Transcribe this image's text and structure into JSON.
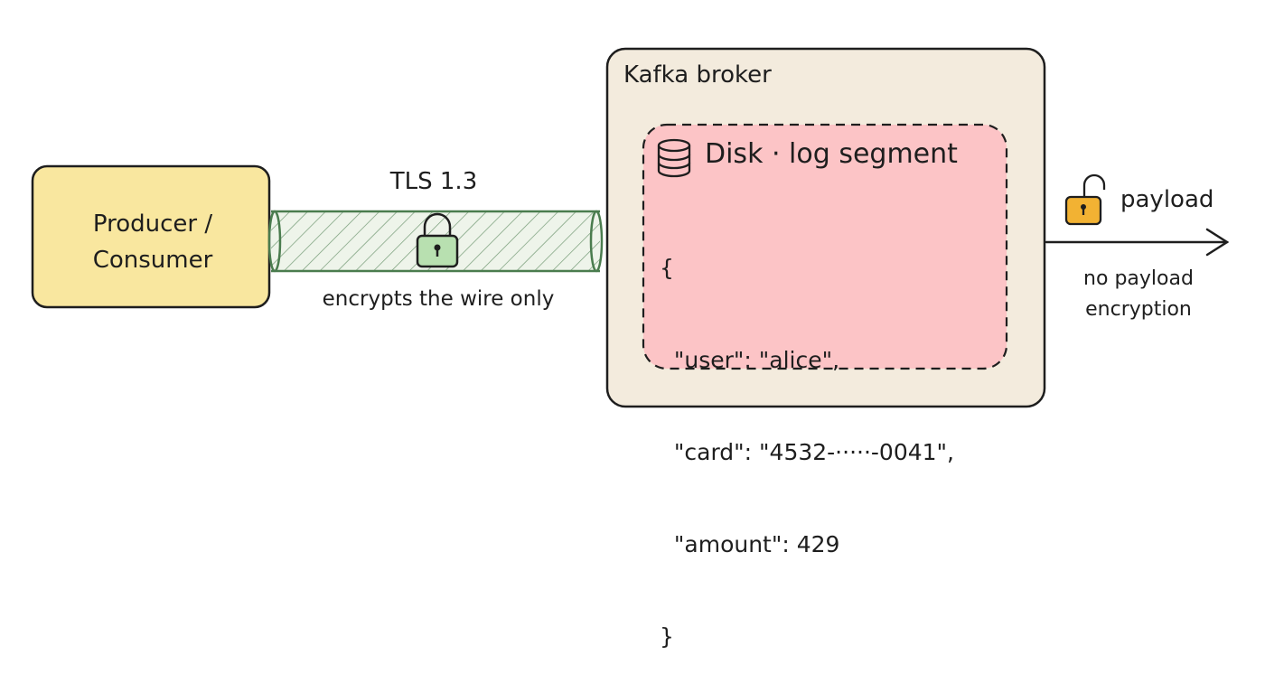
{
  "producer": {
    "label_line1": "Producer /",
    "label_line2": "Consumer"
  },
  "tls": {
    "label": "TLS 1.3",
    "caption": "encrypts the wire only"
  },
  "broker": {
    "title": "Kafka broker"
  },
  "disk": {
    "title": "Disk · log segment",
    "json_lines": [
      "{",
      "  \"user\": \"alice\",",
      "  \"card\": \"4532-·····-0041\",",
      "  \"amount\": 429",
      "}"
    ]
  },
  "outbound": {
    "payload_label": "payload",
    "note_line1": "no payload",
    "note_line2": "encryption"
  },
  "colors": {
    "producer_fill": "#f9e79f",
    "tunnel_stroke": "#4a7c4e",
    "lock_fill": "#b8e0b0",
    "broker_fill": "#f3ebdd",
    "disk_fill": "#fcc4c6",
    "open_lock_fill": "#f2b233"
  },
  "icons": [
    "closed-lock-icon",
    "database-icon",
    "open-lock-icon",
    "arrow-right-icon"
  ]
}
